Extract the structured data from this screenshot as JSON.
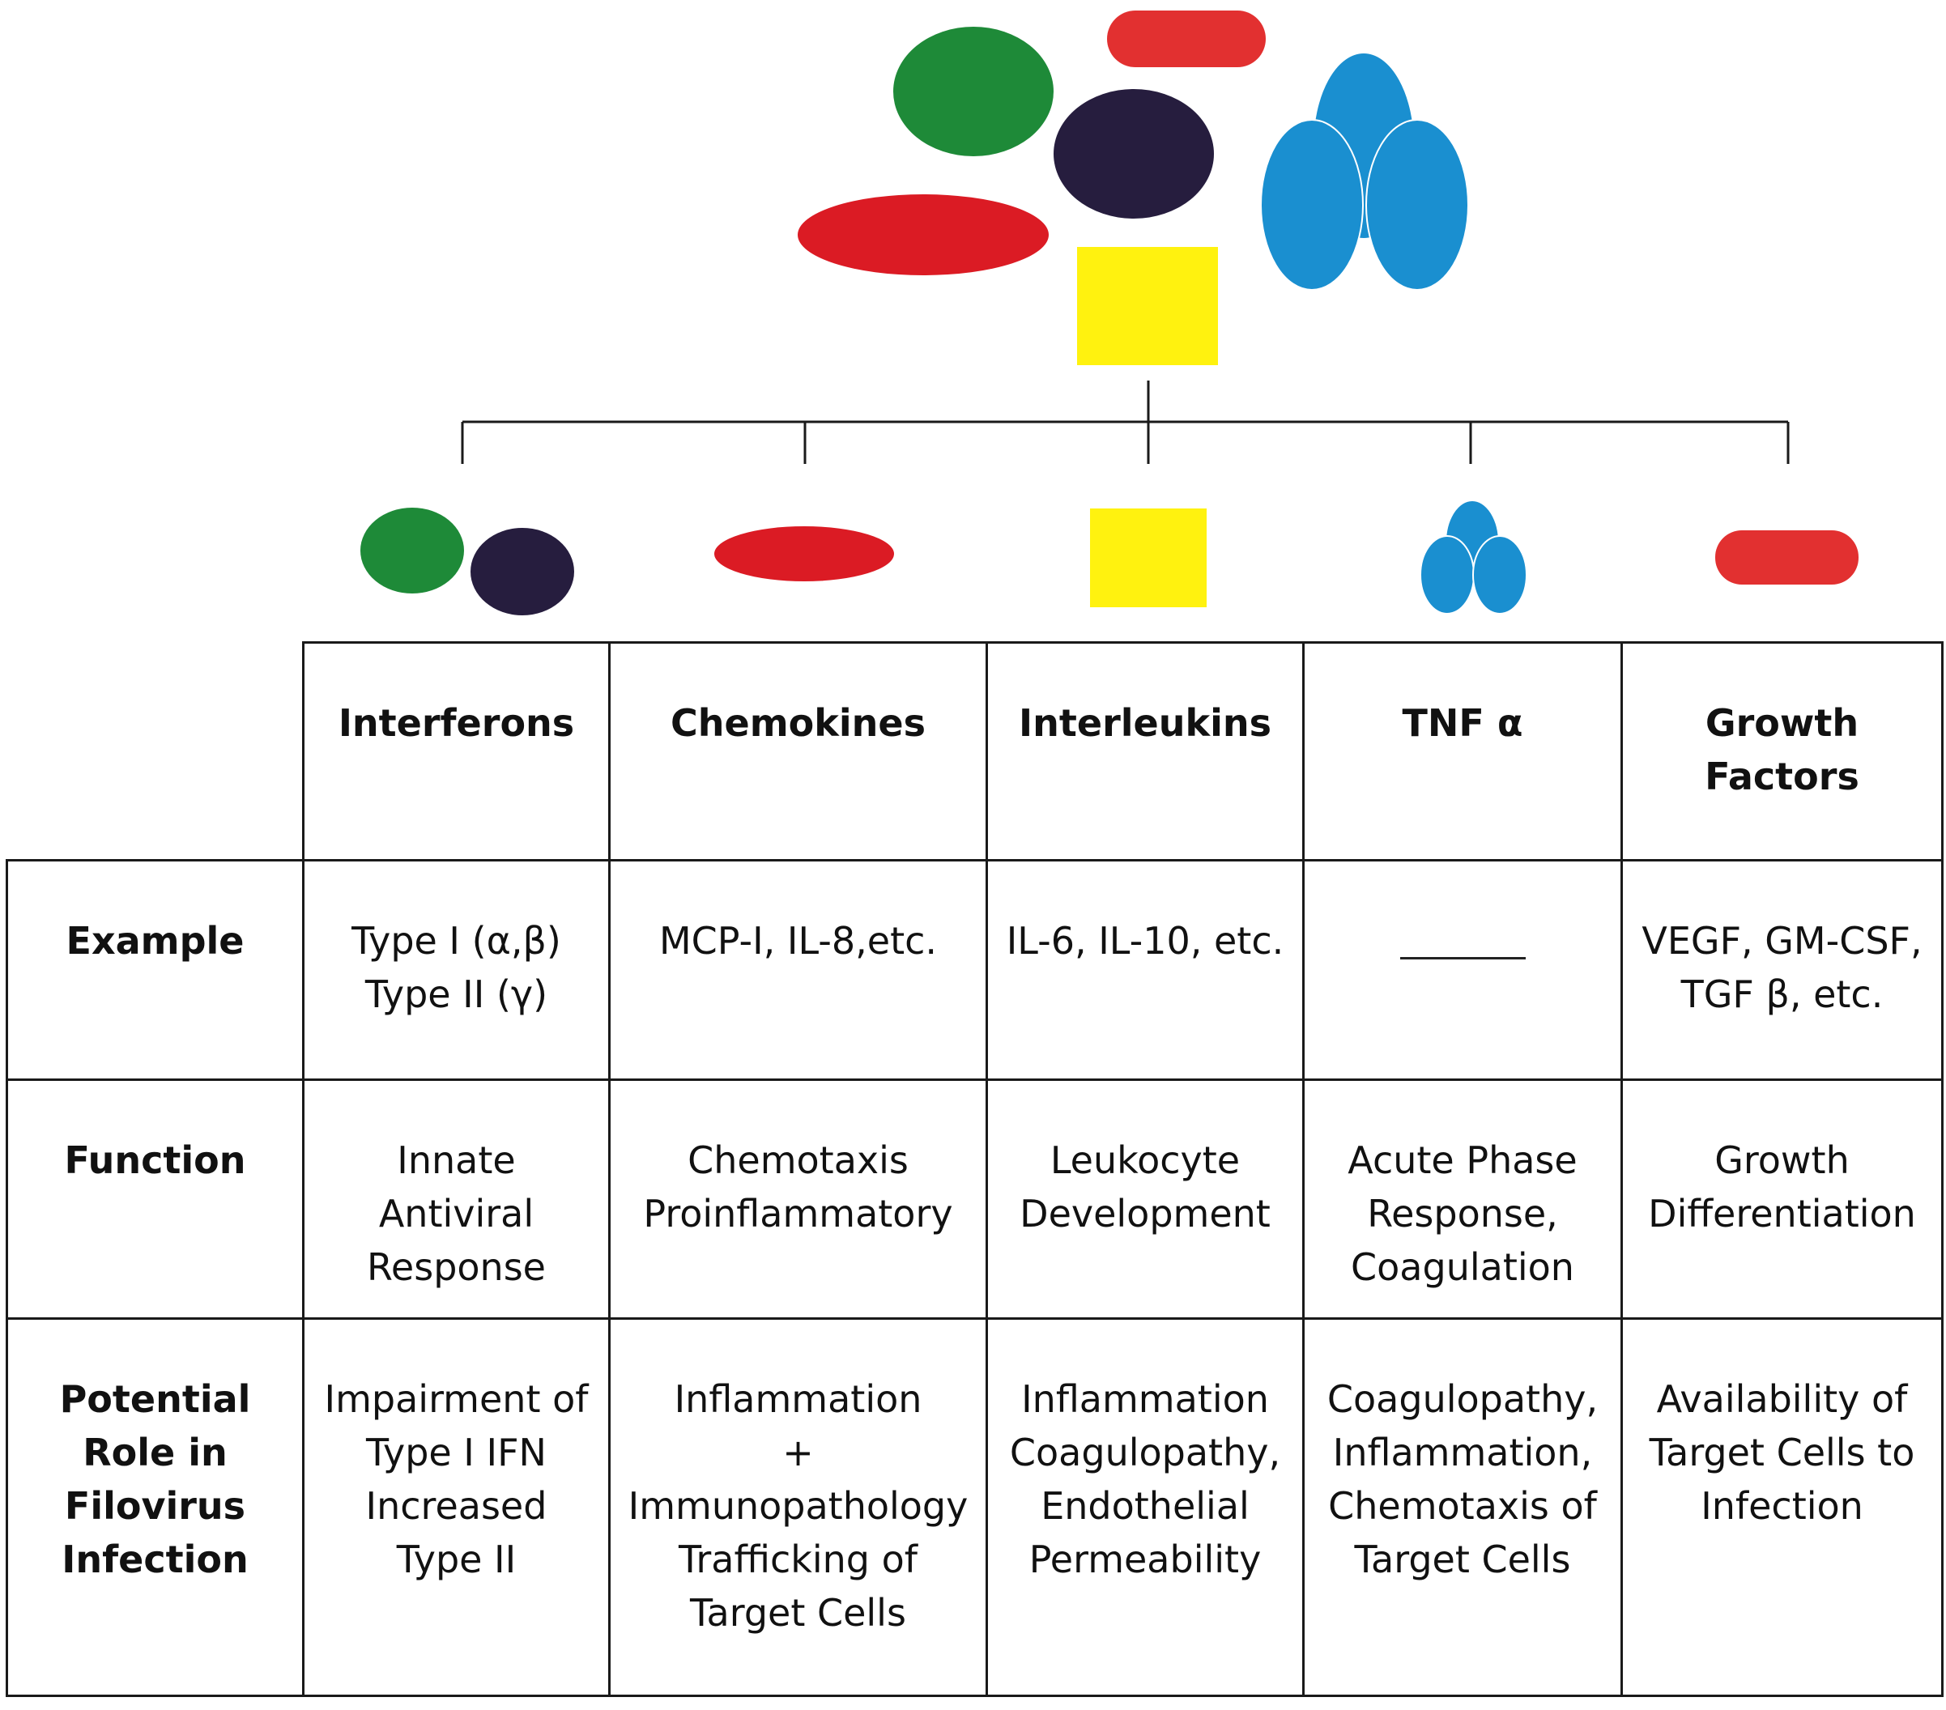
{
  "colors": {
    "green": "#1e8a38",
    "navy": "#261d3e",
    "red": "#db1b24",
    "red_light": "#e23030",
    "yellow": "#fff20f",
    "blue": "#1a8fd0",
    "line": "#1a1a1a"
  },
  "shapes": {
    "cluster": "cytokine-cluster",
    "interferons": [
      "green-ellipse",
      "navy-ellipse"
    ],
    "chemokines": "red-ellipse",
    "interleukins": "yellow-square",
    "tnf": "blue-trimer",
    "growth_factors": "red-pill"
  },
  "table": {
    "headers": [
      "Interferons",
      "Chemokines",
      "Interleukins",
      "TNF α",
      "Growth\nFactors"
    ],
    "rows": [
      {
        "label": "Example",
        "cells": [
          "Type I (α,β)\nType II (γ)",
          "MCP-I, IL-8,etc.",
          "IL-6, IL-10, etc.",
          "",
          "VEGF, GM-CSF,\nTGF β, etc."
        ]
      },
      {
        "label": "Function",
        "cells": [
          "Innate\nAntiviral\nResponse",
          "Chemotaxis\nProinflammatory",
          "Leukocyte\nDevelopment",
          "Acute Phase\nResponse,\nCoagulation",
          "Growth\nDifferentiation"
        ]
      },
      {
        "label": "Potential\nRole in\nFilovirus\nInfection",
        "cells": [
          "Impairment of\nType I IFN\nIncreased\nType II",
          "Inflammation\n+\nImmunopathology\nTrafficking of\nTarget Cells",
          "Inflammation\nCoagulopathy,\nEndothelial\nPermeability",
          "Coagulopathy,\nInflammation,\nChemotaxis of\nTarget Cells",
          "Availability of\nTarget Cells to\nInfection"
        ]
      }
    ]
  }
}
